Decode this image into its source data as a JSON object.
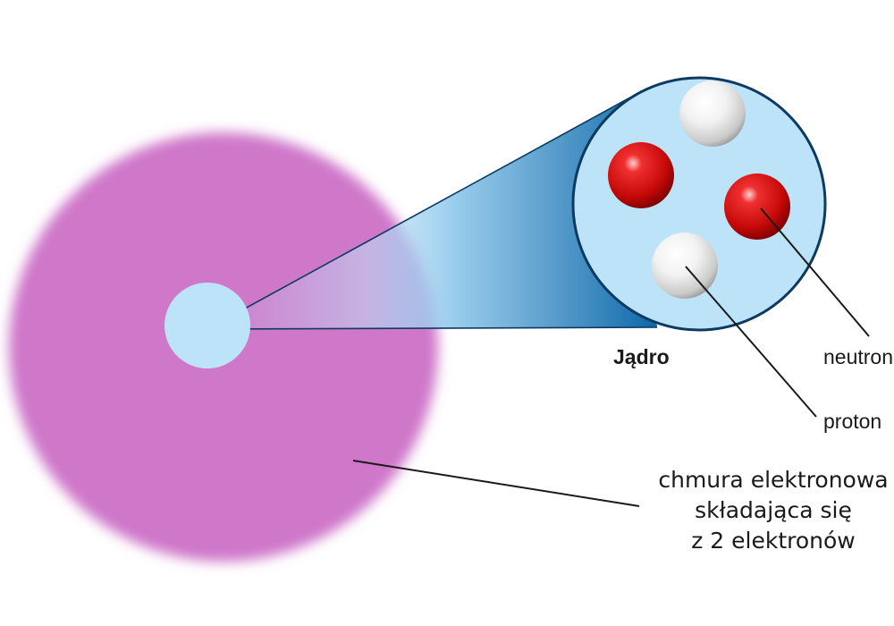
{
  "labels": {
    "nucleus": "Jądro",
    "neutron": "neutron",
    "proton": "proton",
    "electron_cloud": [
      "chmura elektronowa",
      "składająca się",
      "z 2 elektronów"
    ]
  },
  "colors": {
    "electron_cloud": "#cf77c9",
    "nucleus_fill": "#bde3f8",
    "nucleus_outline": "#0c3a63",
    "cone_dark": "#0e67a8",
    "proton_red": "#d40f0f",
    "neutron_white": "#e6e6e6",
    "leader_line": "#1a1a1a"
  },
  "particles": [
    {
      "type": "neutron"
    },
    {
      "type": "proton"
    },
    {
      "type": "proton"
    },
    {
      "type": "neutron"
    }
  ]
}
